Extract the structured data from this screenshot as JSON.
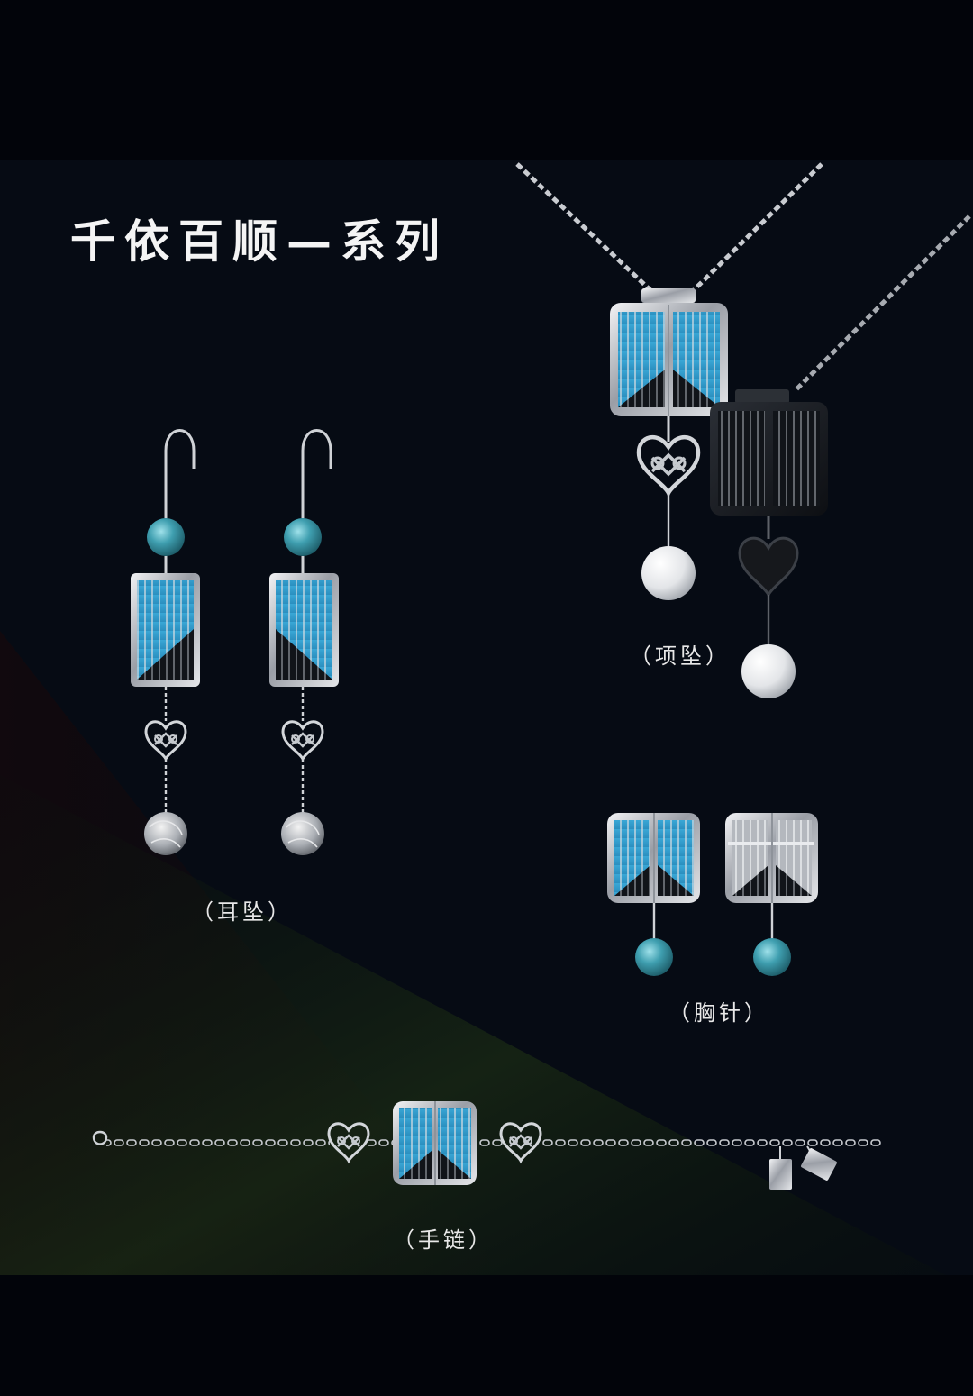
{
  "title": "千依百顺—系列",
  "captions": {
    "earrings": "（耳坠）",
    "necklace": "（项坠）",
    "brooch": "（胸针）",
    "bracelet": "（手链）"
  },
  "colors": {
    "background": "#02040a",
    "panel": "#060b14",
    "enamel_blue": "#3aa7d6",
    "silver": "#c9ccd1",
    "stone_teal": "#3f9fb0",
    "pearl": "#eef0f2",
    "green_glow": "#1a2a14"
  },
  "icons": {
    "earrings": "drop-earring-icon",
    "necklace": "pendant-necklace-icon",
    "brooch": "brooch-icon",
    "bracelet": "chain-bracelet-icon"
  }
}
